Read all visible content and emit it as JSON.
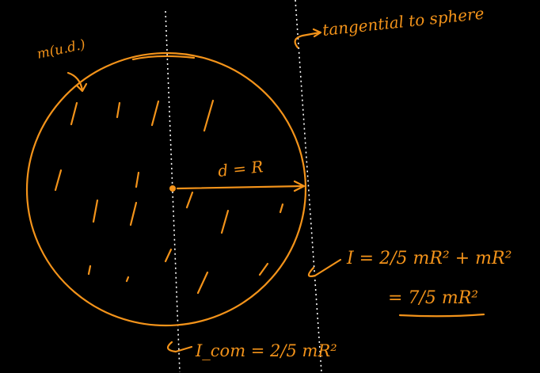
{
  "colors": {
    "background": "#000000",
    "ink": "#f3931a",
    "axis": "#ffffff"
  },
  "labels": {
    "mass_note": "m(u.d.)",
    "tangent_note": "tangential to sphere",
    "distance": "d = R",
    "parallel_axis_line1": "I = 2/5 mR² + mR²",
    "parallel_axis_line2": "= 7/5 mR²",
    "com_moment": "I_com = 2/5 mR²"
  }
}
